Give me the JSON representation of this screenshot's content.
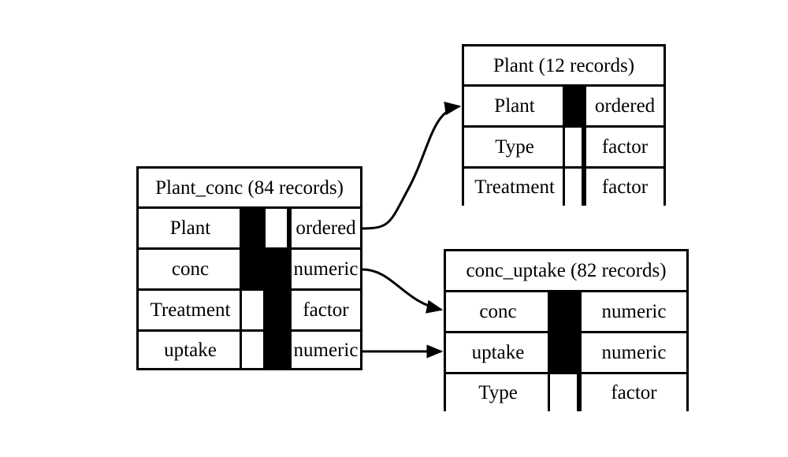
{
  "diagram": {
    "kind": "entity-relationship-diagram",
    "background_color": "#ffffff",
    "line_color": "#000000",
    "key_marker_color": "#000000"
  },
  "tables": [
    {
      "id": "plant_conc",
      "title": "Plant_conc (84 records)",
      "name": "Plant_conc",
      "record_count": "84 records",
      "fields": [
        {
          "name": "Plant",
          "type": "ordered",
          "key_left": true,
          "key_right": false
        },
        {
          "name": "conc",
          "type": "numeric",
          "key_left": true,
          "key_right": true
        },
        {
          "name": "Treatment",
          "type": "factor",
          "key_left": false,
          "key_right": true
        },
        {
          "name": "uptake",
          "type": "numeric",
          "key_left": false,
          "key_right": true
        }
      ]
    },
    {
      "id": "plant",
      "title": "Plant (12 records)",
      "name": "Plant",
      "record_count": "12 records",
      "fields": [
        {
          "name": "Plant",
          "type": "ordered",
          "key_left": true
        },
        {
          "name": "Type",
          "type": "factor",
          "key_left": false
        },
        {
          "name": "Treatment",
          "type": "factor",
          "key_left": false
        }
      ]
    },
    {
      "id": "conc_uptake",
      "title": "conc_uptake (82 records)",
      "name": "conc_uptake",
      "record_count": "82 records",
      "fields": [
        {
          "name": "conc",
          "type": "numeric",
          "key_left": true
        },
        {
          "name": "uptake",
          "type": "numeric",
          "key_left": true
        },
        {
          "name": "Type",
          "type": "factor",
          "key_left": false
        }
      ]
    }
  ],
  "relationships": [
    {
      "id": "plant-link",
      "from_table": "Plant_conc",
      "from_field": "Plant",
      "to_table": "Plant",
      "to_field": "Plant",
      "style": "curved"
    },
    {
      "id": "conc-link",
      "from_table": "Plant_conc",
      "from_field": "conc",
      "to_table": "conc_uptake",
      "to_field": "conc",
      "style": "curved"
    },
    {
      "id": "uptake-link",
      "from_table": "Plant_conc",
      "from_field": "uptake",
      "to_table": "conc_uptake",
      "to_field": "uptake",
      "style": "straight"
    }
  ]
}
